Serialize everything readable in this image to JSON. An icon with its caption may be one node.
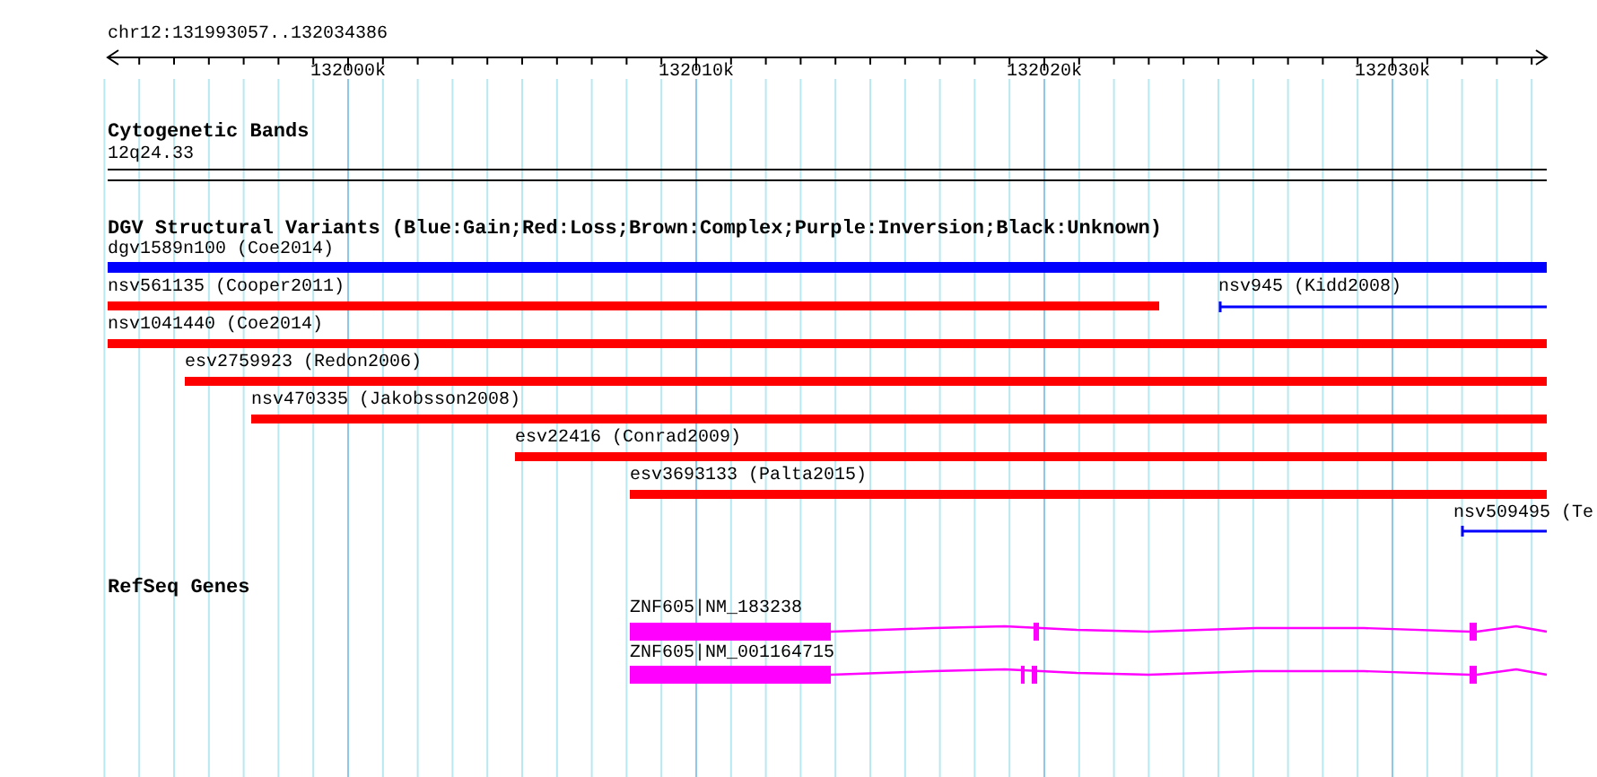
{
  "diagram": {
    "labels": [
      "chr12:131993057..132034386",
      "132000k",
      "132010k",
      "132020k",
      "132030k",
      "Cytogenetic Bands",
      "12q24.33",
      "DGV Structural Variants (Blue:Gain;Red:Loss;Brown:Complex;Purple:Inversion;Black:Unknown)",
      "dgv1589n100 (Coe2014)",
      "nsv561135 (Cooper2011)",
      "nsv945 (Kidd2008)",
      "nsv1041440 (Coe2014)",
      "esv2759923 (Redon2006)",
      "nsv470335 (Jakobsson2008)",
      "esv22416 (Conrad2009)",
      "esv3693133 (Palta2015)",
      "nsv509495 (Te",
      "RefSeq Genes",
      "ZNF605|NM_183238",
      "ZNF605|NM_001164715"
    ]
  }
}
